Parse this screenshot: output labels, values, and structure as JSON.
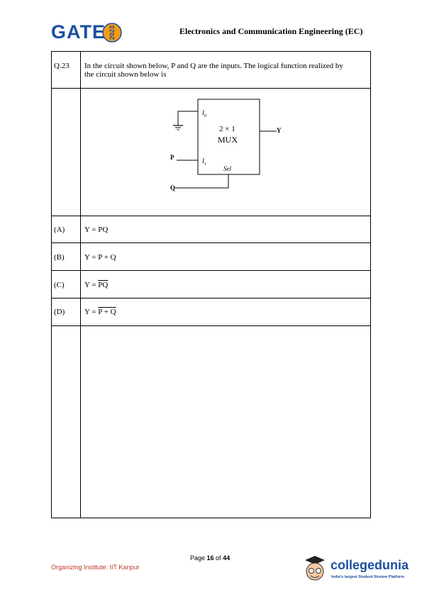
{
  "header": {
    "logo_text": "GATE",
    "logo_year": "2023",
    "paper_title": "Electronics and Communication Engineering (EC)"
  },
  "question": {
    "number": "Q.23",
    "text_line1": "In the circuit shown below, P and Q are the inputs. The logical function realized by",
    "text_line2": "the circuit shown below is"
  },
  "circuit": {
    "input0_label": "I",
    "input0_sub": "0",
    "input1_label": "I",
    "input1_sub": "1",
    "mux_line1": "2 × 1",
    "mux_line2": "MUX",
    "sel_label": "Sel",
    "output_label": "Y",
    "p_label": "P",
    "q_label": "Q"
  },
  "options": [
    {
      "label": "(A)",
      "prefix": "Y = PQ",
      "over": ""
    },
    {
      "label": "(B)",
      "prefix": "Y = P + Q",
      "over": ""
    },
    {
      "label": "(C)",
      "prefix": "Y = ",
      "over": "PQ"
    },
    {
      "label": "(D)",
      "prefix": "Y = ",
      "over": "P + Q"
    }
  ],
  "footer": {
    "organizer": "Organizing Institute: IIT Kanpur",
    "page_prefix": "Page ",
    "page_current": "16",
    "page_mid": " of ",
    "page_total": "44",
    "brand_name": "collegedunia",
    "brand_tagline": "India's largest Student Review Platform"
  },
  "colors": {
    "brand_blue": "#1e4fa0",
    "footer_red": "#c0392b"
  }
}
